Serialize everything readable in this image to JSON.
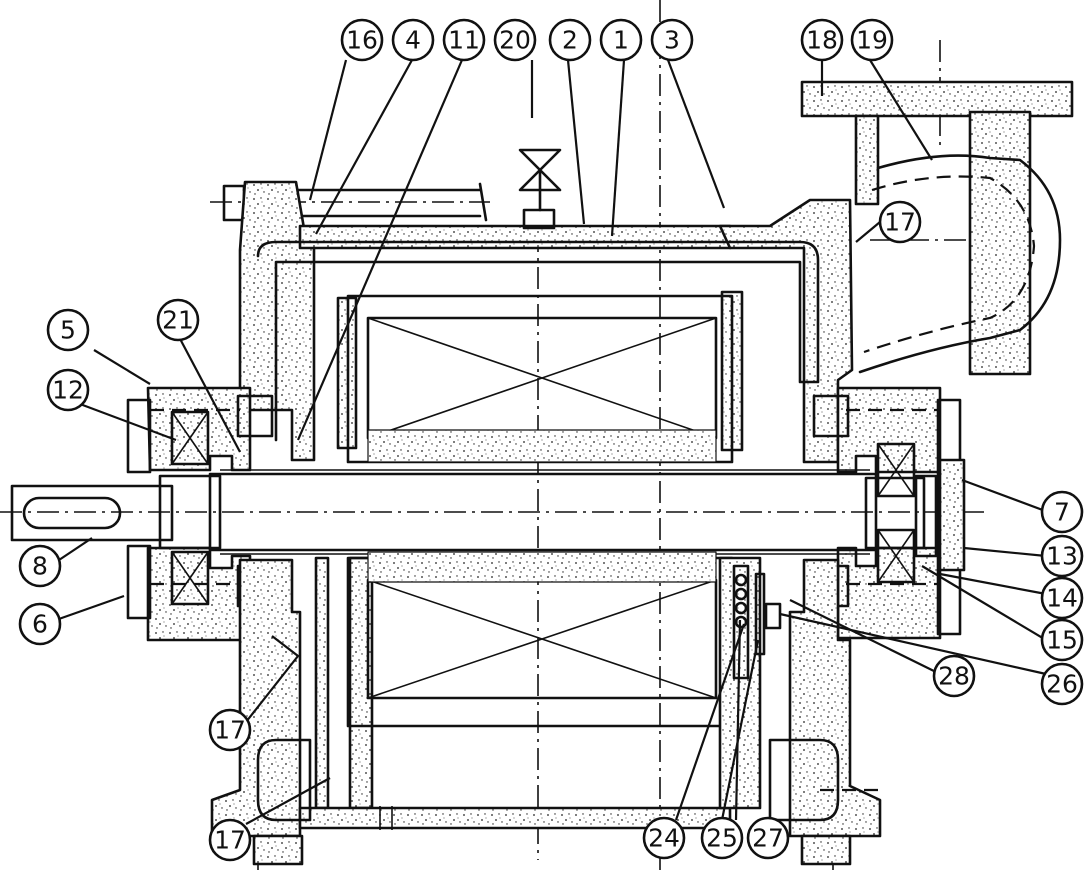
{
  "figure": {
    "callouts": [
      "16",
      "4",
      "11",
      "20",
      "2",
      "1",
      "3",
      "18",
      "19",
      "17",
      "5",
      "21",
      "12",
      "7",
      "13",
      "14",
      "8",
      "6",
      "15",
      "26",
      "28",
      "24",
      "25",
      "27"
    ]
  }
}
